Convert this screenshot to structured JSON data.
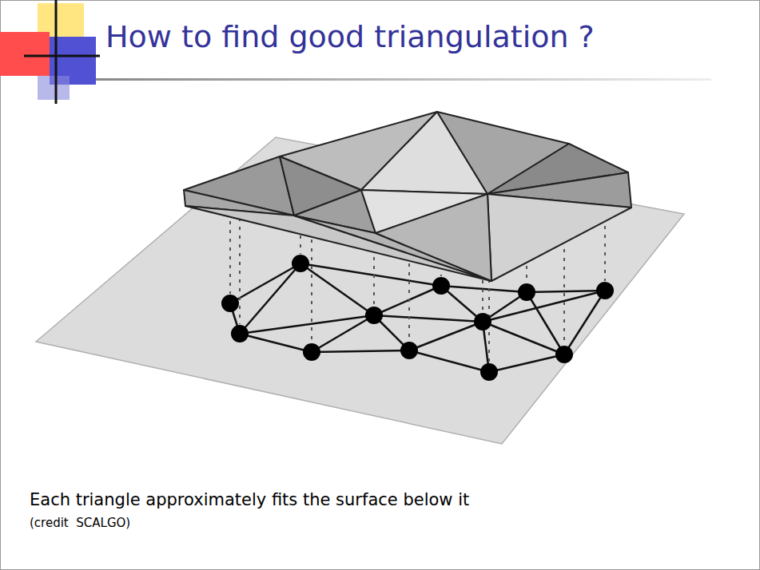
{
  "diagram": {
    "title": "How to find good triangulation ?",
    "caption": "Each triangle approximately fits the surface below it",
    "labels": [
      "(credit  SCALGO)"
    ]
  }
}
